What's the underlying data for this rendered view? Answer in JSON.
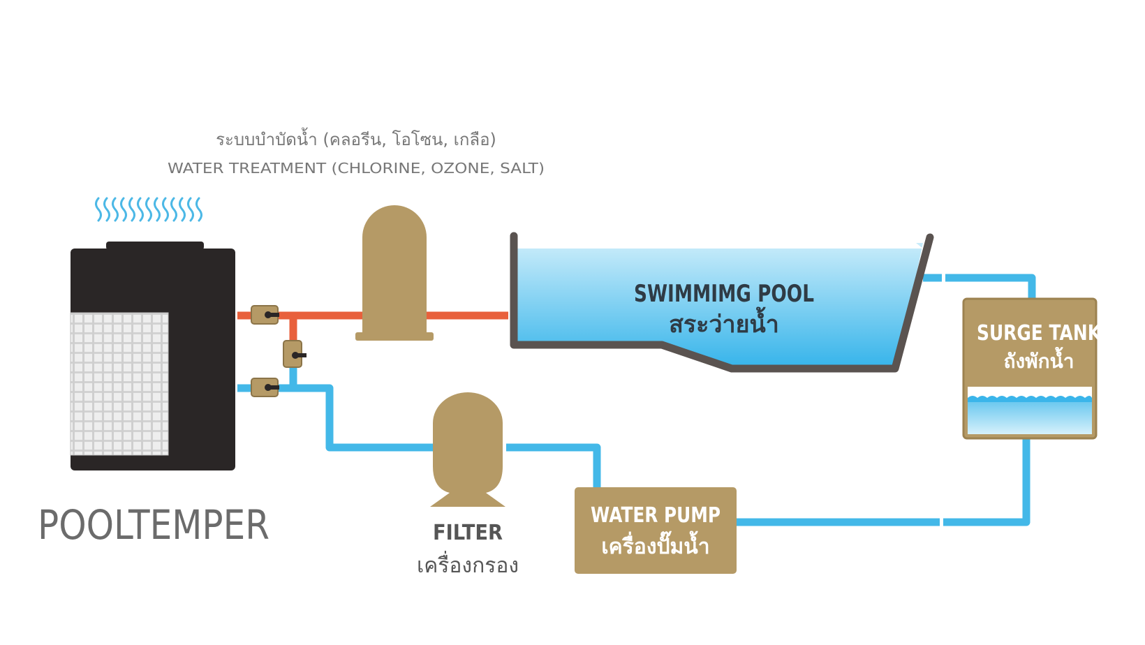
{
  "colors": {
    "hot_pipe": "#e8603c",
    "cold_pipe": "#43b8e8",
    "equipment_tan": "#b59a66",
    "unit_body": "#2a2626",
    "pool_wall": "#5a5350",
    "water_top": "#b8e6f8",
    "water_bottom": "#34b5ec",
    "heat_waves": "#4cb8e6",
    "brand_text": "#6b6b6b"
  },
  "icons": [
    "heat-wave-icon",
    "valve-icon"
  ],
  "water_treatment": {
    "label_thai": "ระบบบำบัดน้ำ (คลอรีน, โอโซน, เกลือ)",
    "label_en": "WATER TREATMENT (CHLORINE, OZONE, SALT)"
  },
  "pool": {
    "label_en": "SWIMMIMG POOL",
    "label_thai": "สระว่ายน้ำ"
  },
  "surge_tank": {
    "label_en": "SURGE TANK",
    "label_thai": "ถังพักน้ำ"
  },
  "water_pump": {
    "label_en": "WATER PUMP",
    "label_thai": "เครื่องปั๊มน้ำ"
  },
  "filter": {
    "label_en": "FILTER",
    "label_thai": "เครื่องกรอง"
  },
  "brand": {
    "name": "POOLTEMPER"
  }
}
